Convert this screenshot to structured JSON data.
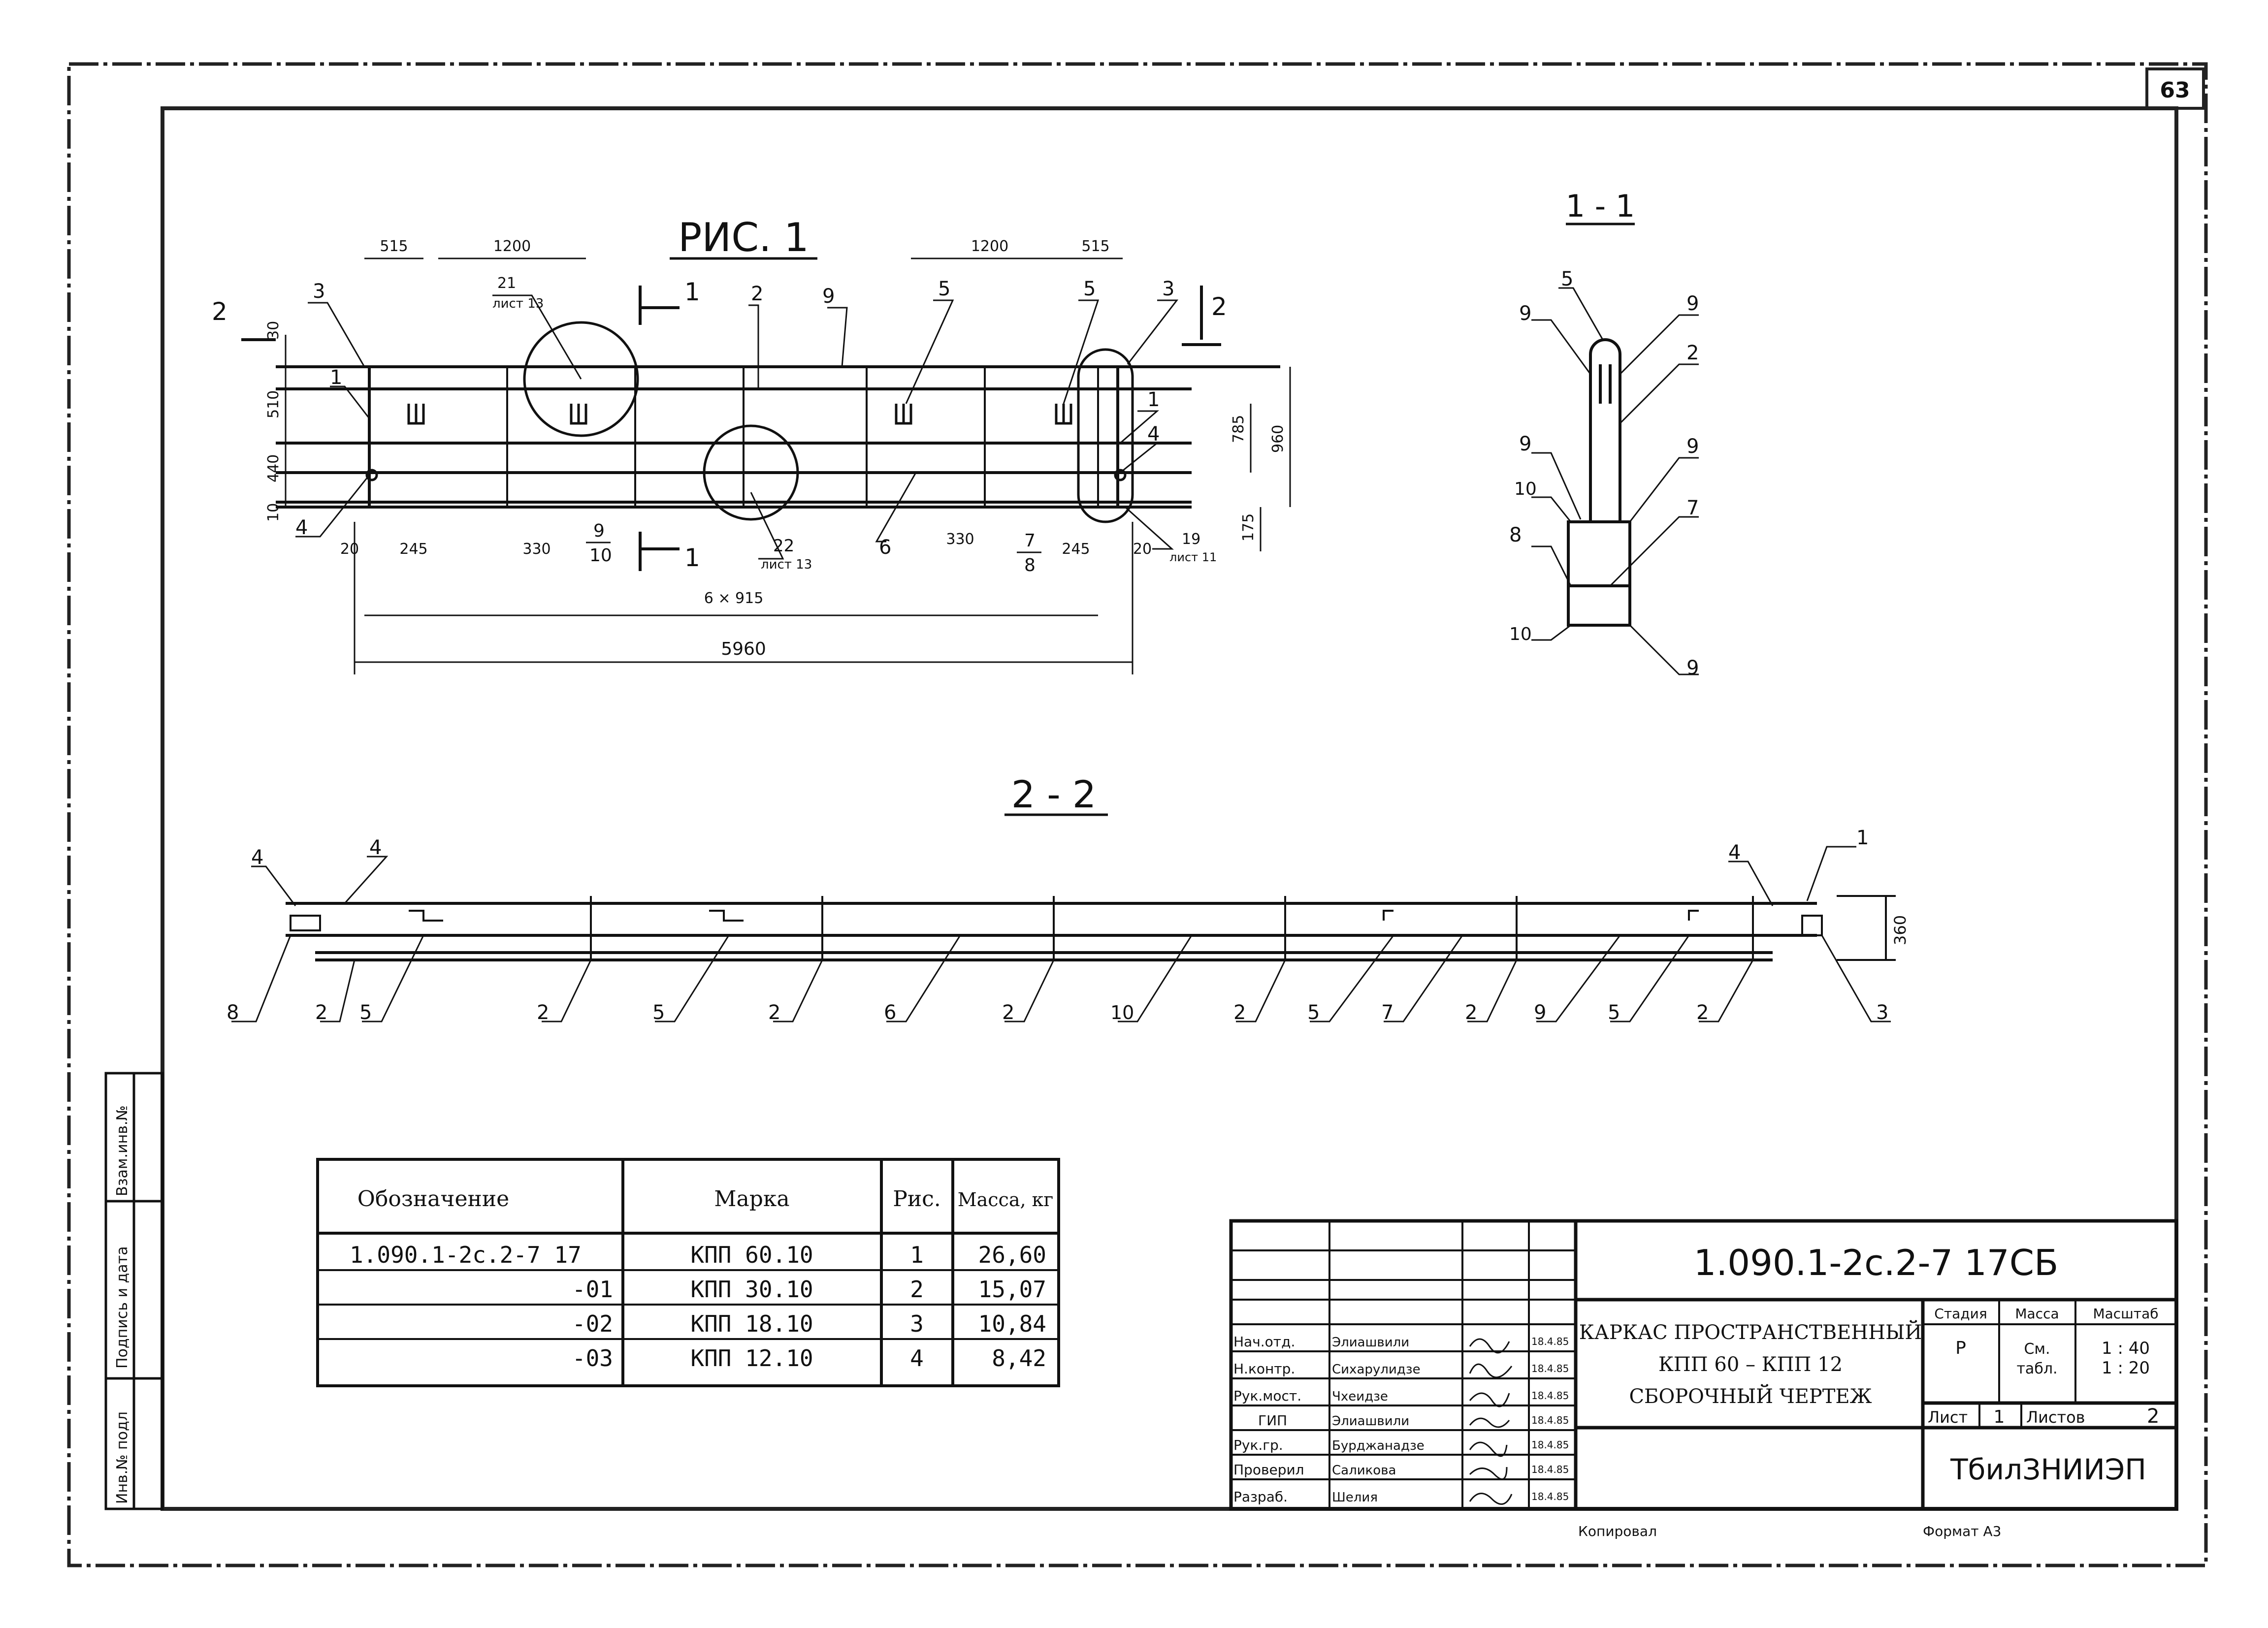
{
  "sheet_number": "63",
  "fig1": {
    "title": "РИС. 1",
    "section_mark": "1",
    "section_mark2": "2",
    "dims_top": [
      "515",
      "1200",
      "1200",
      "515"
    ],
    "dims_left": [
      "30",
      "510",
      "440",
      "10"
    ],
    "dims_right": [
      "785",
      "960",
      "175"
    ],
    "dims_bottom": [
      "20",
      "245",
      "330",
      "330",
      "245",
      "20"
    ],
    "dim_chain": "6 × 915",
    "dim_total": "5960",
    "positions": [
      "2",
      "3",
      "4",
      "1",
      "4",
      "9",
      "5",
      "5",
      "3",
      "1",
      "4",
      "6",
      "19",
      "7",
      "8",
      "9",
      "10",
      "21",
      "22"
    ],
    "callout21_label": "21",
    "callout21_ref": "лист 13",
    "callout22_label": "22",
    "callout22_ref": "лист 13",
    "callout19_label": "19",
    "callout19_ref": "лист 11",
    "frac_a_top": "9",
    "frac_a_bot": "10",
    "frac_b_top": "7",
    "frac_b_bot": "8"
  },
  "section11": {
    "title": "1 - 1",
    "labels": [
      "5",
      "9",
      "9",
      "2",
      "9",
      "9",
      "10",
      "8",
      "7",
      "10",
      "9"
    ]
  },
  "section22": {
    "title": "2 - 2",
    "height_dim": "360",
    "labels_top": [
      "4",
      "4",
      "4",
      "1"
    ],
    "labels_bottom": [
      "8",
      "2",
      "5",
      "2",
      "5",
      "2",
      "6",
      "2",
      "10",
      "2",
      "5",
      "7",
      "2",
      "9",
      "5",
      "2",
      "3"
    ]
  },
  "spec_table": {
    "headers": [
      "Обозначение",
      "Марка",
      "Рис.",
      "Масса, кг"
    ],
    "rows": [
      [
        "1.090.1-2с.2-7 17",
        "КПП 60.10",
        "1",
        "26,60"
      ],
      [
        "-01",
        "КПП 30.10",
        "2",
        "15,07"
      ],
      [
        "-02",
        "КПП 18.10",
        "3",
        "10,84"
      ],
      [
        "-03",
        "КПП 12.10",
        "4",
        "8,42"
      ]
    ]
  },
  "left_stamp": [
    "Взам.инв.№",
    "Подпись и дата",
    "Инв.№ подл"
  ],
  "title_block": {
    "code": "1.090.1-2с.2-7  17СБ",
    "name_line1": "КАРКАС ПРОСТРАНСТВЕННЫЙ",
    "name_line2": "КПП 60 – КПП 12",
    "name_line3": "СБОРОЧНЫЙ ЧЕРТЕЖ",
    "roles": [
      "Нач.отд.",
      "Н.контр.",
      "Рук.мост.",
      "ГИП",
      "Рук.гр.",
      "Проверил",
      "Разраб."
    ],
    "names": [
      "Элиашвили",
      "Сихарулидзе",
      "Чхеидзе",
      "Элиашвили",
      "Бурджанадзе",
      "Саликова",
      "Шелия"
    ],
    "dates": [
      "18.4.85",
      "18.4.85",
      "18.4.85",
      "18.4.85",
      "18.4.85",
      "18.4.85",
      "18.4.85"
    ],
    "stage_h": "Стадия",
    "mass_h": "Масса",
    "scale_h": "Масштаб",
    "stage": "Р",
    "mass_line1": "См.",
    "mass_line2": "табл.",
    "scale_line1": "1 : 40",
    "scale_line2": "1 : 20",
    "sheet_label": "Лист",
    "sheet_value": "1",
    "sheets_label": "Листов",
    "sheets_value": "2",
    "org": "ТбилЗНИИЭП"
  },
  "footer_copied": "Копировал",
  "footer_format": "Формат  А3"
}
